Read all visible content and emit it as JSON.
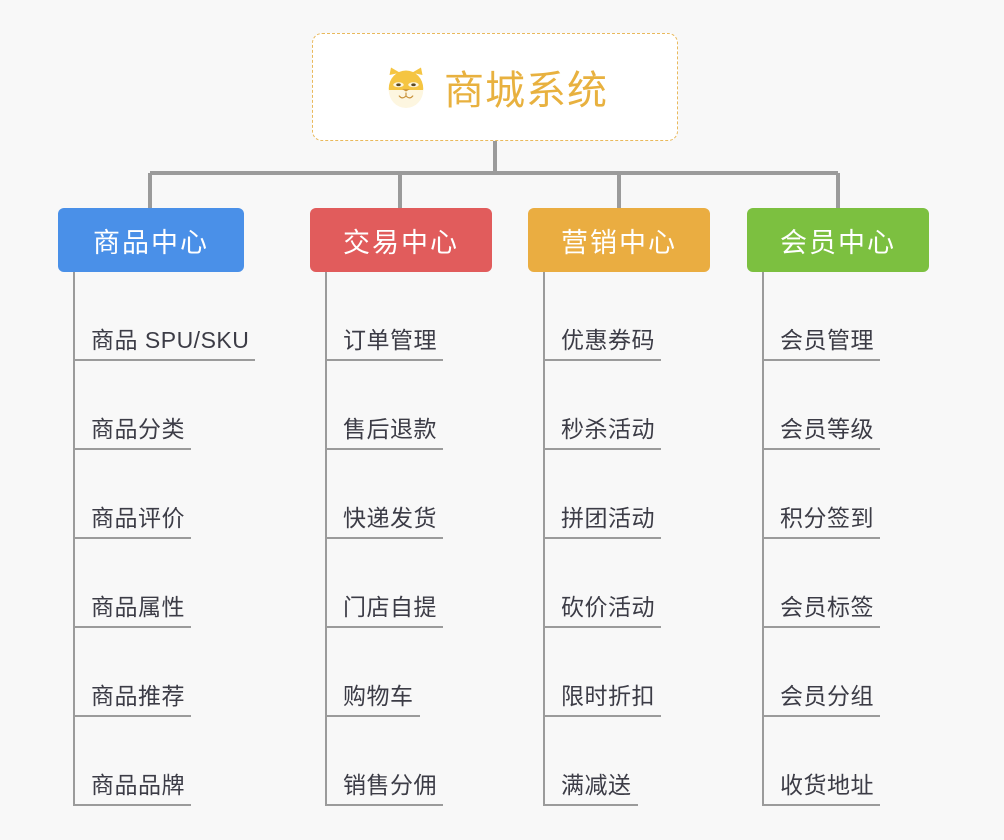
{
  "background_color": "#f8f8f8",
  "root": {
    "icon": "shiba-dog-face-emoji",
    "title": "商城系统",
    "title_color": "#e8b13f",
    "border_color": "#e9b95c",
    "background": "#ffffff"
  },
  "line_color": "#9b9b9b",
  "columns": [
    {
      "id": "product-center",
      "title": "商品中心",
      "color": "#4a90e8",
      "items": [
        "商品 SPU/SKU",
        "商品分类",
        "商品评价",
        "商品属性",
        "商品推荐",
        "商品品牌"
      ]
    },
    {
      "id": "trade-center",
      "title": "交易中心",
      "color": "#e15c5c",
      "items": [
        "订单管理",
        "售后退款",
        "快递发货",
        "门店自提",
        "购物车",
        "销售分佣"
      ]
    },
    {
      "id": "marketing-center",
      "title": "营销中心",
      "color": "#eaad41",
      "items": [
        "优惠券码",
        "秒杀活动",
        "拼团活动",
        "砍价活动",
        "限时折扣",
        "满减送"
      ]
    },
    {
      "id": "member-center",
      "title": "会员中心",
      "color": "#7cc040",
      "items": [
        "会员管理",
        "会员等级",
        "积分签到",
        "会员标签",
        "会员分组",
        "收货地址"
      ]
    }
  ]
}
